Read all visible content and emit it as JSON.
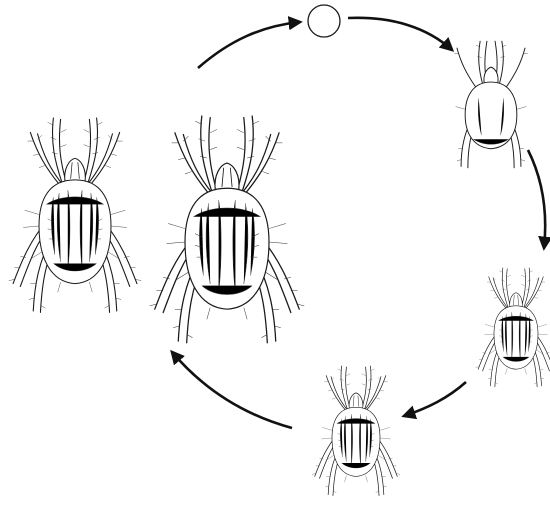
{
  "diagram": {
    "type": "life-cycle",
    "stages": [
      {
        "id": "egg",
        "kind": "egg",
        "icon": "egg-icon"
      },
      {
        "id": "larva",
        "kind": "mite",
        "legs": 6,
        "icon": "larva-mite-icon"
      },
      {
        "id": "protonymph",
        "kind": "mite",
        "legs": 8,
        "icon": "protonymph-mite-icon"
      },
      {
        "id": "tritonymph",
        "kind": "mite",
        "legs": 8,
        "icon": "tritonymph-mite-icon"
      },
      {
        "id": "adult-male",
        "kind": "mite",
        "legs": 8,
        "icon": "adult-mite-icon"
      },
      {
        "id": "adult-female",
        "kind": "mite",
        "legs": 8,
        "icon": "adult-mite-icon"
      }
    ],
    "arrows": [
      {
        "from": "adult-female",
        "to": "egg"
      },
      {
        "from": "egg",
        "to": "larva"
      },
      {
        "from": "larva",
        "to": "protonymph"
      },
      {
        "from": "protonymph",
        "to": "tritonymph"
      },
      {
        "from": "tritonymph",
        "to": "adult-female"
      }
    ],
    "colors": {
      "ink": "#1a1a1a",
      "background": "#ffffff"
    }
  }
}
